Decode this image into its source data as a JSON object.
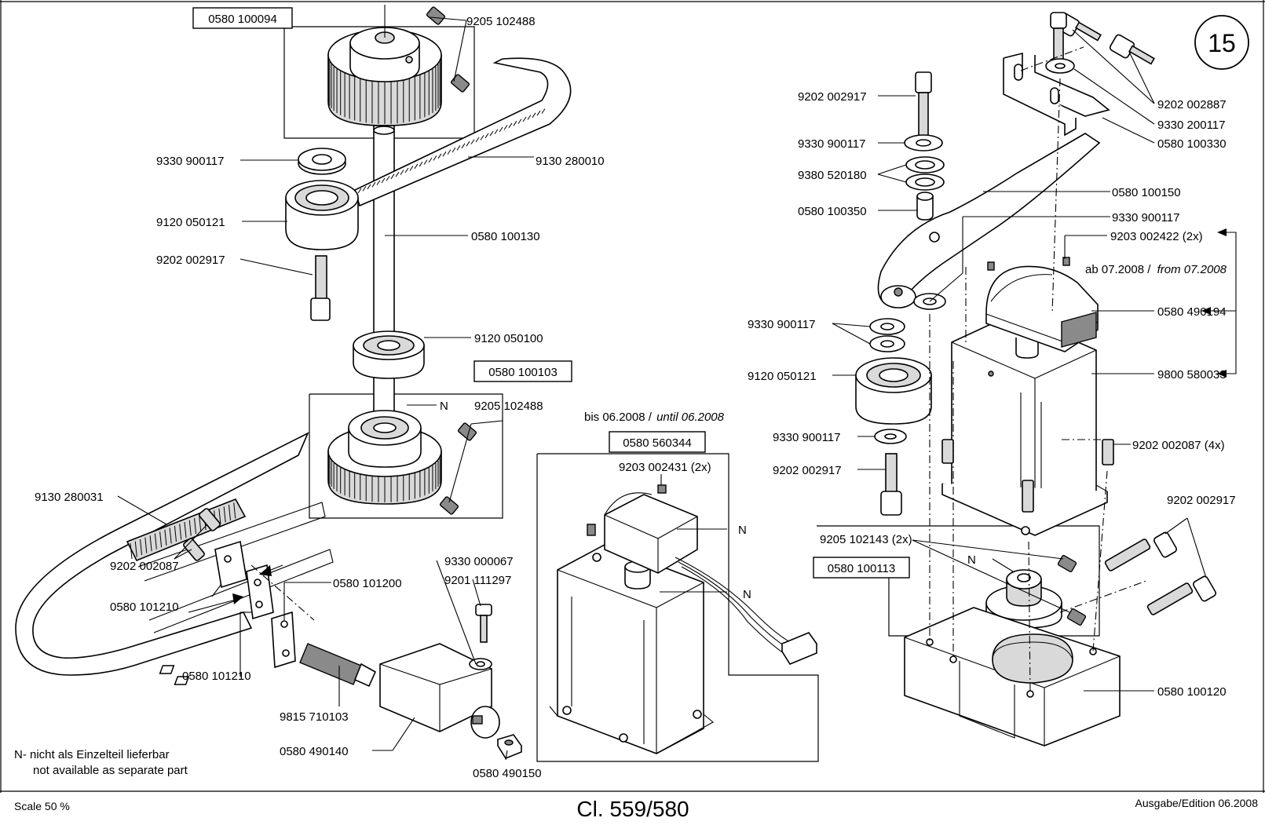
{
  "page_number": "15",
  "footer": {
    "scale": "Scale 50 %",
    "model": "Cl. 559/580",
    "edition": "Ausgabe/Edition 06.2008"
  },
  "note": {
    "line1": "N- nicht als Einzelteil lieferbar",
    "line2": "not available as separate part"
  },
  "variant": {
    "old_de": "bis 06.2008 /",
    "old_en": "until 06.2008",
    "new_de": "ab 07.2008 /",
    "new_en": "from 07.2008"
  },
  "boxed_parts": {
    "pulley_top": "0580 100094",
    "pulley_bottom": "0580 100103",
    "motor_old": "0580 560344",
    "gear_assy": "0580 100113"
  },
  "labels": {
    "setscrew_top": "9205 102488",
    "washer_left": "9330 900117",
    "belt_top": "9130 280010",
    "bearing_left": "9120 050121",
    "shaft": "0580 100130",
    "screw_left": "9202 002917",
    "bearing_shaft": "9120 050100",
    "setscrew_bottom": "9205 102488",
    "n_pulley": "N",
    "belt_bottom": "9130 280031",
    "screws_clamp": "9202 002087",
    "clamp_a": "0580 101210",
    "clamp_b": "0580 101210",
    "clamp_block": "0580 101200",
    "washer_small": "9330 000067",
    "screw_small": "9201 111297",
    "spring": "9815 710103",
    "sensor": "0580 490140",
    "nut": "0580 490150",
    "screw_motor_old": "9203 002431 (2x)",
    "n_motor_cover": "N",
    "n_motor_cable": "N",
    "screw_arm": "9202 002917",
    "washer_arm": "9330 900117",
    "spacers": "9380 520180",
    "bush": "0580 100350",
    "screws_bracket": "9202 002887",
    "washer_bracket": "9330 200117",
    "bracket": "0580 100330",
    "arm": "0580 100150",
    "washer_arm_end": "9330 900117",
    "screw_encoder": "9203 002422 (2x)",
    "washers_stack": "9330 900117",
    "encoder": "0580 490194",
    "bearing_right": "9120 050121",
    "motor_new": "9800 580033",
    "washer_lower": "9330 900117",
    "screws_motor": "9202 002087 (4x)",
    "screw_lower": "9202 002917",
    "screws_base": "9202 002917",
    "gear_setscrews": "9205 102143 (2x)",
    "n_gear": "N",
    "base": "0580 100120"
  }
}
